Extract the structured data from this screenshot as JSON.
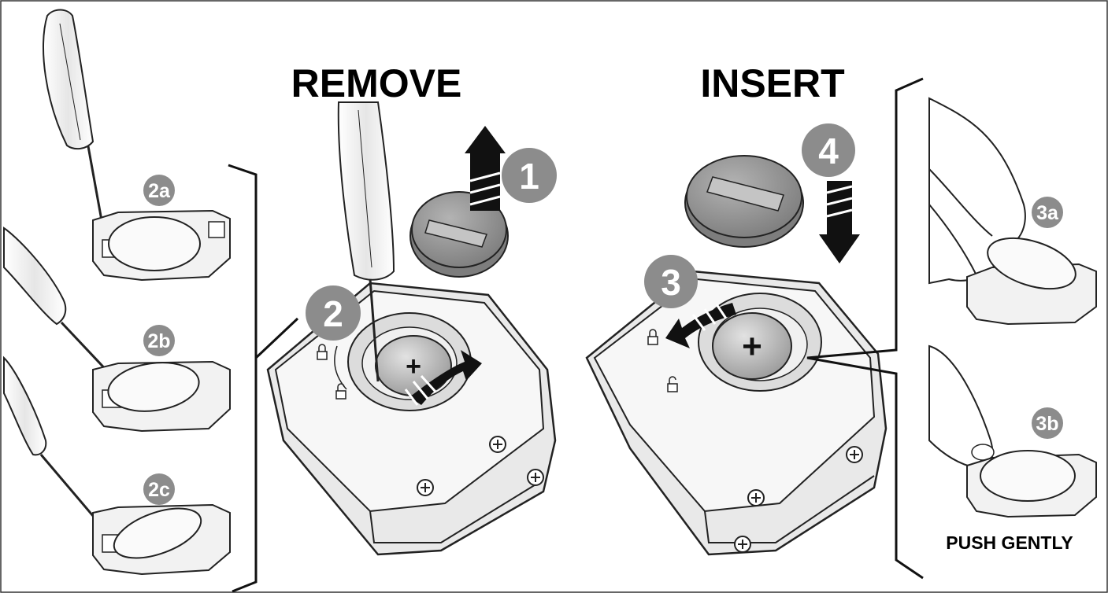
{
  "headings": {
    "remove": "REMOVE",
    "insert": "INSERT"
  },
  "caption": "PUSH GENTLY",
  "steps": {
    "s1": "1",
    "s2": "2",
    "s2a": "2a",
    "s2b": "2b",
    "s2c": "2c",
    "s3": "3",
    "s3a": "3a",
    "s3b": "3b",
    "s4": "4"
  },
  "coin_cell_symbol": "+",
  "colors": {
    "badge": "#8c8c8c",
    "line": "#1a1a1a",
    "cover": "#9d9d9d",
    "battery": "#c8c8c8",
    "device": "#f4f4f4"
  },
  "icons": [
    "screwdriver-icon",
    "coin-battery-icon",
    "battery-cover-icon",
    "lock-icon",
    "unlock-icon",
    "arrow-icon",
    "hand-icon",
    "screw-icon"
  ]
}
